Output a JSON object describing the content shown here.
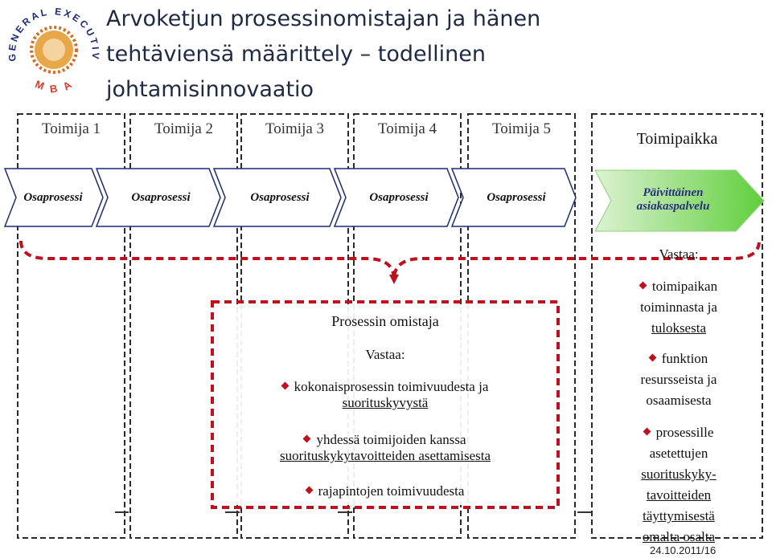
{
  "title": {
    "line1": "Arvoketjun prosessinomistajan ja hänen",
    "line2": "tehtäviensä määrittely – todellinen",
    "line3": "johtamisinnovaatio"
  },
  "logo": {
    "ring_text": "GENERAL EXECUTIVE",
    "bottom_text": "MBA"
  },
  "columns": [
    {
      "label": "Toimija 1"
    },
    {
      "label": "Toimija 2"
    },
    {
      "label": "Toimija 3"
    },
    {
      "label": "Toimija 4"
    },
    {
      "label": "Toimija 5"
    },
    {
      "label": "Toimipaikka"
    }
  ],
  "chevrons": [
    {
      "label": "Osaprosessi"
    },
    {
      "label": "Osaprosessi"
    },
    {
      "label": "Osaprosessi"
    },
    {
      "label": "Osaprosessi"
    },
    {
      "label": "Osaprosessi"
    }
  ],
  "green_chevron": {
    "line1": "Päivittäinen",
    "line2": "asiakaspalvelu"
  },
  "center_box": {
    "heading": "Prosessin omistaja",
    "subheading": "Vastaa:",
    "b1_line1": "kokonaisprosessin toimivuudesta ja",
    "b1_line2": "suorituskyvystä",
    "b2_line1": "yhdessä toimijoiden kanssa",
    "b2_line2": "suorituskykytavoitteiden asettamisesta",
    "b3_line1": "rajapintojen toimivuudesta"
  },
  "right_panel": {
    "heading": "Vastaa:",
    "b1": [
      "toimipaikan",
      "toiminnasta ja",
      "tuloksesta"
    ],
    "b2": [
      "funktion",
      "resursseista ja",
      "osaamisesta"
    ],
    "b3": [
      "prosessille",
      "asetettujen",
      "suorituskyky-",
      "tavoitteiden",
      "täyttymisestä",
      "omalta osalta"
    ]
  },
  "footer": {
    "date": "24.10.2011/16"
  },
  "colors": {
    "title": "#1f2a44",
    "dashed_red": "#c0101e",
    "chevron_border": "#1c2a7a",
    "green_start": "#d8f0cf",
    "green_end": "#5fcf3c"
  }
}
